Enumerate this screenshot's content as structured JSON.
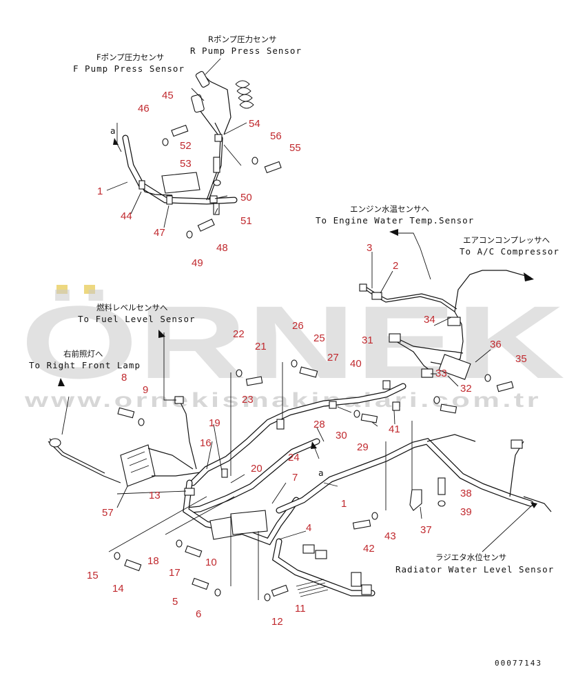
{
  "watermark": {
    "brand": "ÖRNEK",
    "url": "www.ornekismakinalari.com.tr"
  },
  "drawing_code": "00077143",
  "labels": {
    "f_pump_jp": "Fポンプ圧力センサ",
    "f_pump_en": "F Pump Press Sensor",
    "r_pump_jp": "Rポンプ圧力センサ",
    "r_pump_en": "R Pump Press Sensor",
    "engine_water_jp": "エンジン水温センサへ",
    "engine_water_en": "To Engine Water Temp.Sensor",
    "ac_jp": "エアコンコンプレッサへ",
    "ac_en": "To A/C Compressor",
    "fuel_jp": "燃料レベルセンサへ",
    "fuel_en": "To Fuel Level Sensor",
    "front_lamp_jp": "右前照灯へ",
    "front_lamp_en": "To Right Front Lamp",
    "radiator_jp": "ラジエタ水位センサ",
    "radiator_en": "Radiator Water Level Sensor",
    "ref_a_top": "a",
    "ref_a_mid": "a"
  },
  "callouts": [
    {
      "id": "c1a",
      "text": "1"
    },
    {
      "id": "c1b",
      "text": "1"
    },
    {
      "id": "c2",
      "text": "2"
    },
    {
      "id": "c3",
      "text": "3"
    },
    {
      "id": "c4",
      "text": "4"
    },
    {
      "id": "c5",
      "text": "5"
    },
    {
      "id": "c6",
      "text": "6"
    },
    {
      "id": "c7",
      "text": "7"
    },
    {
      "id": "c8",
      "text": "8"
    },
    {
      "id": "c9",
      "text": "9"
    },
    {
      "id": "c10",
      "text": "10"
    },
    {
      "id": "c11",
      "text": "11"
    },
    {
      "id": "c12",
      "text": "12"
    },
    {
      "id": "c13",
      "text": "13"
    },
    {
      "id": "c14",
      "text": "14"
    },
    {
      "id": "c15",
      "text": "15"
    },
    {
      "id": "c16",
      "text": "16"
    },
    {
      "id": "c17",
      "text": "17"
    },
    {
      "id": "c18",
      "text": "18"
    },
    {
      "id": "c19",
      "text": "19"
    },
    {
      "id": "c20",
      "text": "20"
    },
    {
      "id": "c21",
      "text": "21"
    },
    {
      "id": "c22",
      "text": "22"
    },
    {
      "id": "c23",
      "text": "23"
    },
    {
      "id": "c24",
      "text": "24"
    },
    {
      "id": "c25",
      "text": "25"
    },
    {
      "id": "c26",
      "text": "26"
    },
    {
      "id": "c27",
      "text": "27"
    },
    {
      "id": "c28",
      "text": "28"
    },
    {
      "id": "c29",
      "text": "29"
    },
    {
      "id": "c30",
      "text": "30"
    },
    {
      "id": "c31",
      "text": "31"
    },
    {
      "id": "c32",
      "text": "32"
    },
    {
      "id": "c33",
      "text": "33"
    },
    {
      "id": "c34",
      "text": "34"
    },
    {
      "id": "c35",
      "text": "35"
    },
    {
      "id": "c36",
      "text": "36"
    },
    {
      "id": "c37",
      "text": "37"
    },
    {
      "id": "c38",
      "text": "38"
    },
    {
      "id": "c39",
      "text": "39"
    },
    {
      "id": "c40",
      "text": "40"
    },
    {
      "id": "c41",
      "text": "41"
    },
    {
      "id": "c42",
      "text": "42"
    },
    {
      "id": "c43",
      "text": "43"
    },
    {
      "id": "c44",
      "text": "44"
    },
    {
      "id": "c45",
      "text": "45"
    },
    {
      "id": "c46",
      "text": "46"
    },
    {
      "id": "c47",
      "text": "47"
    },
    {
      "id": "c48",
      "text": "48"
    },
    {
      "id": "c49",
      "text": "49"
    },
    {
      "id": "c50",
      "text": "50"
    },
    {
      "id": "c51",
      "text": "51"
    },
    {
      "id": "c52",
      "text": "52"
    },
    {
      "id": "c53",
      "text": "53"
    },
    {
      "id": "c54",
      "text": "54"
    },
    {
      "id": "c55",
      "text": "55"
    },
    {
      "id": "c56",
      "text": "56"
    },
    {
      "id": "c57",
      "text": "57"
    }
  ],
  "colors": {
    "callout": "#c0282d",
    "line": "#111111",
    "watermark": "#c9c9c9",
    "watermark_accent": "#e6c84a"
  }
}
